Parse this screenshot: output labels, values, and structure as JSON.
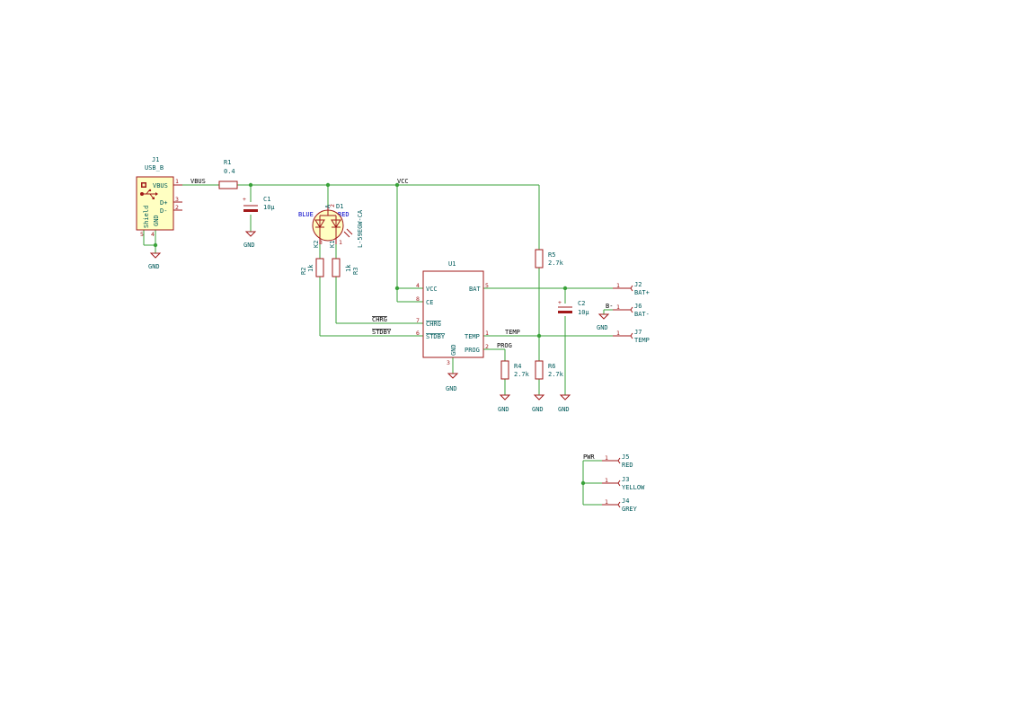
{
  "components": {
    "j1": {
      "ref": "J1",
      "value": "USB_B",
      "pins": {
        "vbus": "VBUS",
        "dp": "D+",
        "dm": "D-",
        "shield": "Shield",
        "gnd": "GND"
      },
      "pin_numbers": {
        "vbus": "1",
        "dp": "3",
        "dm": "2",
        "shield": "5",
        "gnd": "4"
      }
    },
    "r1": {
      "ref": "R1",
      "value": "0.4"
    },
    "c1": {
      "ref": "C1",
      "value": "10µ",
      "plus": "+"
    },
    "d1": {
      "ref": "D1",
      "value": "L-59EGW-CA",
      "blue": "BLUE",
      "red": "RED",
      "pin_a": "A",
      "pin_k2": "K2",
      "pin_k1": "K1",
      "num_a": "2",
      "num_k2": "3",
      "num_k1": "1"
    },
    "r2": {
      "ref": "R2",
      "value": "1k"
    },
    "r3": {
      "ref": "R3",
      "value": "1k"
    },
    "u1": {
      "ref": "U1",
      "pins": {
        "vcc": "VCC",
        "ce": "CE",
        "chrg": "CHRG",
        "stdby": "STDBY",
        "bat": "BAT",
        "temp": "TEMP",
        "prog": "PROG",
        "gnd": "GND"
      },
      "pin_numbers": {
        "vcc": "4",
        "ce": "8",
        "chrg": "7",
        "stdby": "6",
        "bat": "5",
        "temp": "1",
        "prog": "2",
        "gnd": "3"
      }
    },
    "r4": {
      "ref": "R4",
      "value": "2.7k"
    },
    "r5": {
      "ref": "R5",
      "value": "2.7k"
    },
    "r6": {
      "ref": "R6",
      "value": "2.7k"
    },
    "c2": {
      "ref": "C2",
      "value": "10µ",
      "plus": "+"
    },
    "j2": {
      "ref": "J2",
      "value": "BAT+",
      "pin": "1"
    },
    "j6": {
      "ref": "J6",
      "value": "BAT-",
      "pin": "1"
    },
    "j7": {
      "ref": "J7",
      "value": "TEMP",
      "pin": "1"
    },
    "j5": {
      "ref": "J5",
      "value": "RED",
      "pin": "1"
    },
    "j3": {
      "ref": "J3",
      "value": "YELLOW",
      "pin": "1"
    },
    "j4": {
      "ref": "J4",
      "value": "GREY",
      "pin": "1"
    }
  },
  "nets": {
    "vbus": "VBUS",
    "vcc": "VCC",
    "chrg": "CHRG",
    "stdby": "STDBY",
    "temp": "TEMP",
    "prog": "PROG",
    "bminus": "B-",
    "pwr": "PWR"
  },
  "power": {
    "gnd": "GND"
  },
  "colors": {
    "wire": "#3aa23a",
    "symbol": "#a21a1a",
    "text": "#005a5a",
    "symbol_fill": "#ffffc2"
  }
}
